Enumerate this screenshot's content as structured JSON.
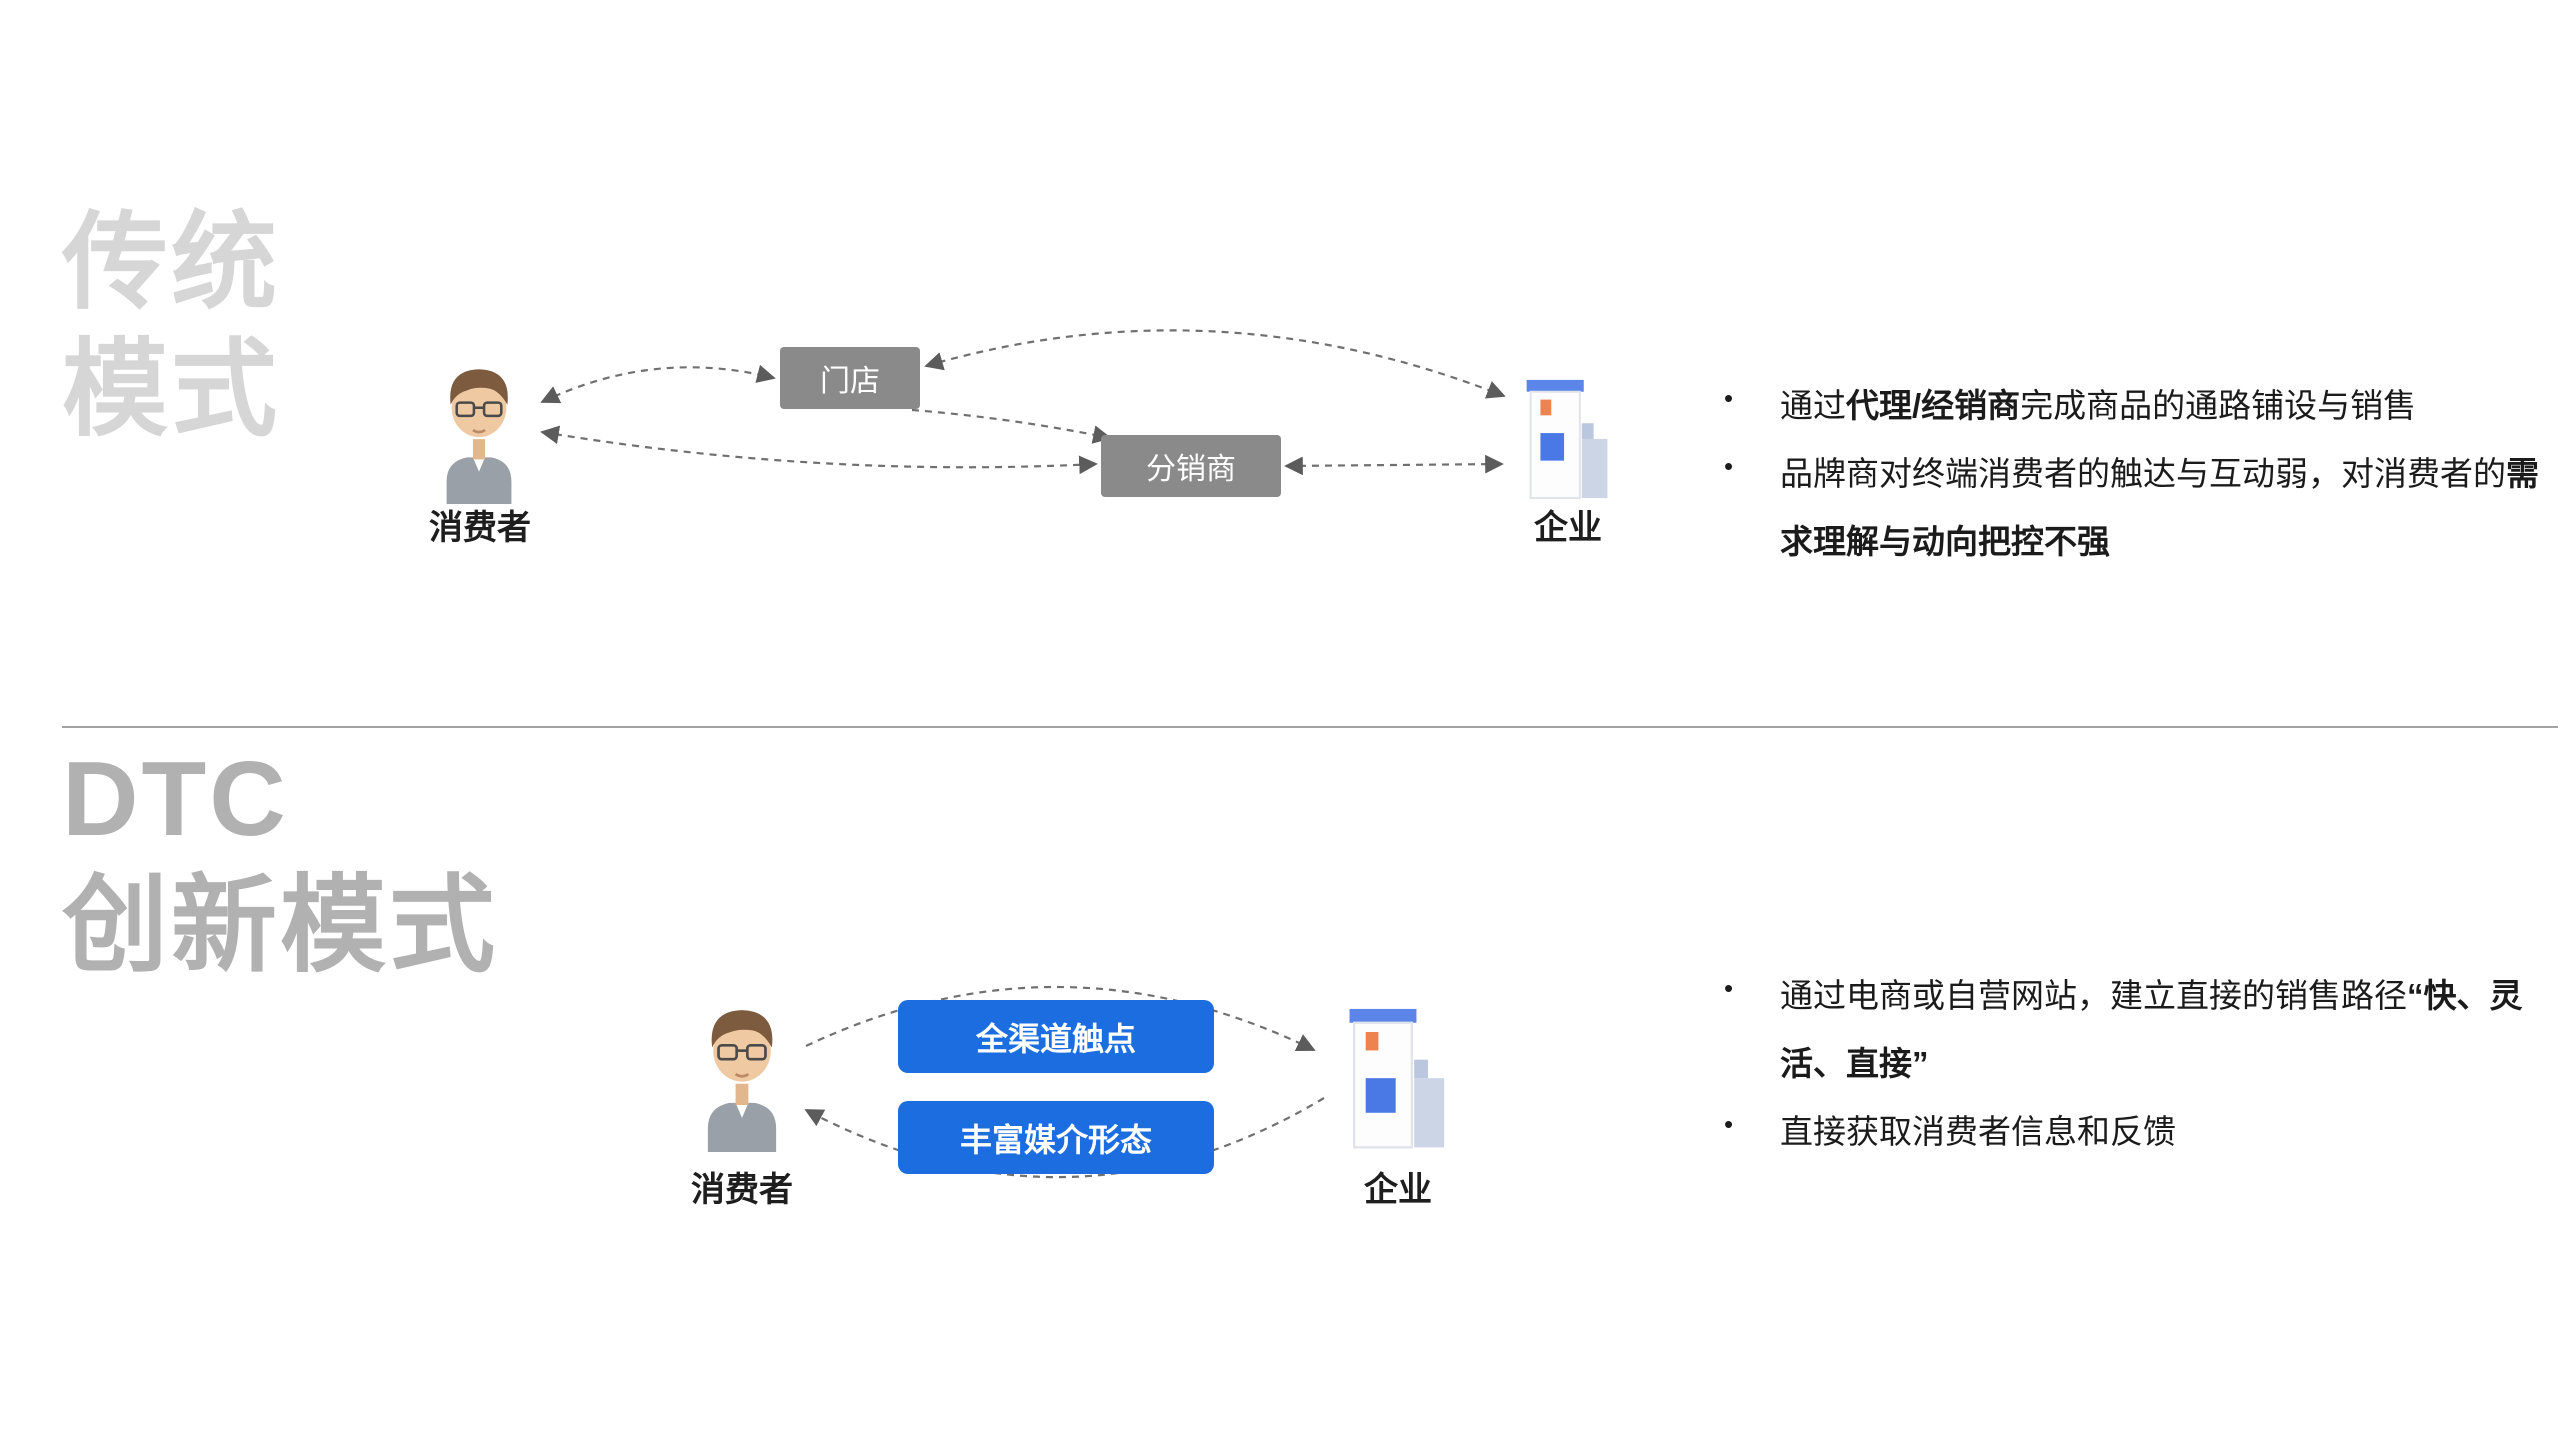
{
  "ui": {
    "bullet_char": "•"
  },
  "colors": {
    "pill_blue": "#1b6de0",
    "node_gray": "#8a8a8a",
    "title_gray_light": "#d6d6d6",
    "title_gray_dark": "#b1b1b1",
    "arrow_gray": "#707070"
  },
  "traditional": {
    "title_line1": "传统",
    "title_line2": "模式",
    "consumer_label": "消费者",
    "store_label": "门店",
    "distributor_label": "分销商",
    "enterprise_label": "企业",
    "bullets": [
      {
        "pre": "通过",
        "bold": "代理/经销商",
        "post": "完成商品的通路铺设与销售"
      },
      {
        "pre": "品牌商对终端消费者的触达与互动弱，对消费者的",
        "bold": "需求理解与动向把控不强",
        "post": ""
      }
    ]
  },
  "dtc": {
    "title_line1": "DTC",
    "title_line2": "创新模式",
    "consumer_label": "消费者",
    "pills": [
      "全渠道触点",
      "丰富媒介形态"
    ],
    "enterprise_label": "企业",
    "bullets": [
      {
        "pre": "通过电商或自营网站，建立直接的销售路径",
        "bold": "“快、灵活、直接”",
        "post": ""
      },
      {
        "pre": "直接获取消费者信息和反馈",
        "bold": "",
        "post": ""
      }
    ]
  }
}
